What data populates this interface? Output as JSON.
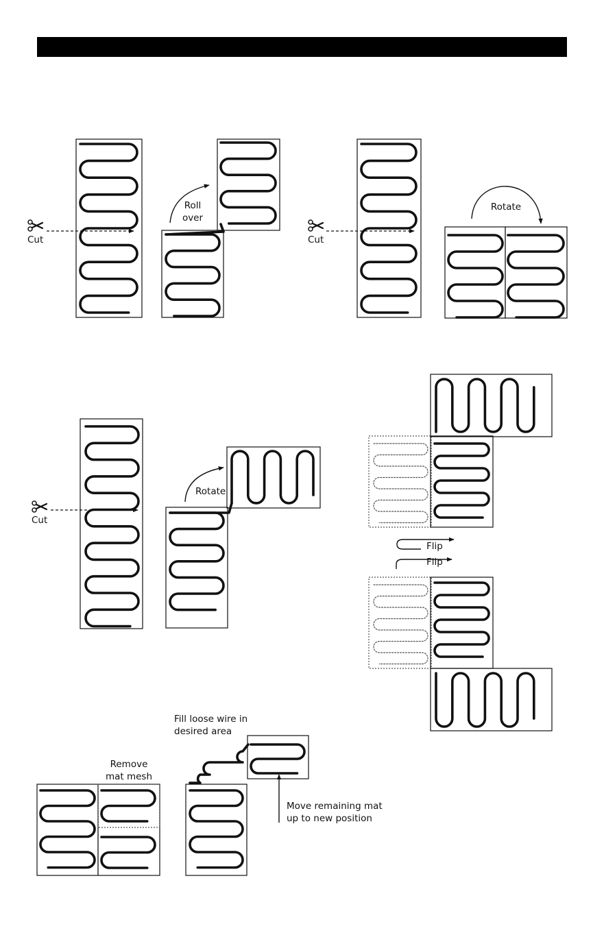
{
  "header": {
    "title": ""
  },
  "labels": {
    "cut": "Cut",
    "roll": "Roll",
    "over": "over",
    "rotate": "Rotate",
    "flip": "Flip",
    "fill_loose_line1": "Fill loose wire in",
    "fill_loose_line2": "desired area",
    "remove_line1": "Remove",
    "remove_line2": "mat mesh",
    "move_line1": "Move remaining mat",
    "move_line2": "up to new position"
  },
  "colors": {
    "wire": "#111111",
    "dotted": "#555555",
    "header": "#000000"
  },
  "icons": [
    "scissors-icon",
    "arrow-icon"
  ]
}
